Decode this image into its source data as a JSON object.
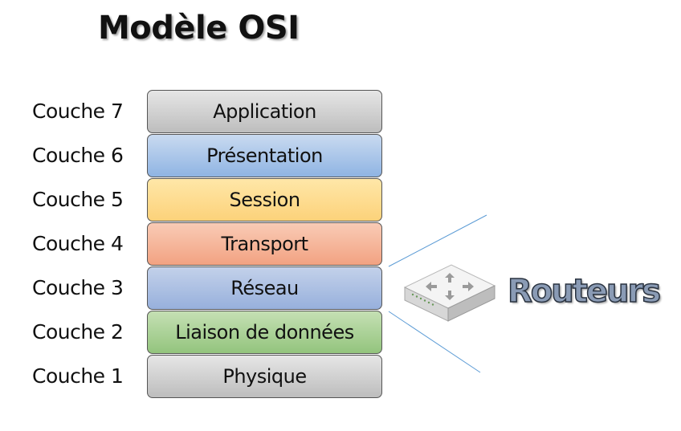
{
  "title": "Modèle OSI",
  "layers": [
    {
      "label": "Couche 7",
      "name": "Application",
      "color_top": "#e6e6e6",
      "color_bottom": "#bdbdbd"
    },
    {
      "label": "Couche 6",
      "name": "Présentation",
      "color_top": "#c9daf0",
      "color_bottom": "#8fb4e3"
    },
    {
      "label": "Couche 5",
      "name": "Session",
      "color_top": "#ffe7a8",
      "color_bottom": "#fcd27a"
    },
    {
      "label": "Couche 4",
      "name": "Transport",
      "color_top": "#f9cbb6",
      "color_bottom": "#f2a282"
    },
    {
      "label": "Couche 3",
      "name": "Réseau",
      "color_top": "#c3d1ea",
      "color_bottom": "#97b0dc"
    },
    {
      "label": "Couche 2",
      "name": "Liaison de données",
      "color_top": "#c5e0b4",
      "color_bottom": "#93c47d"
    },
    {
      "label": "Couche 1",
      "name": "Physique",
      "color_top": "#e6e6e6",
      "color_bottom": "#bdbdbd"
    }
  ],
  "routers": {
    "label": "Routeurs",
    "icon": "router-icon",
    "highlighted_layer": "Couche 3"
  },
  "colors": {
    "callout_line": "#5b9bd5"
  }
}
